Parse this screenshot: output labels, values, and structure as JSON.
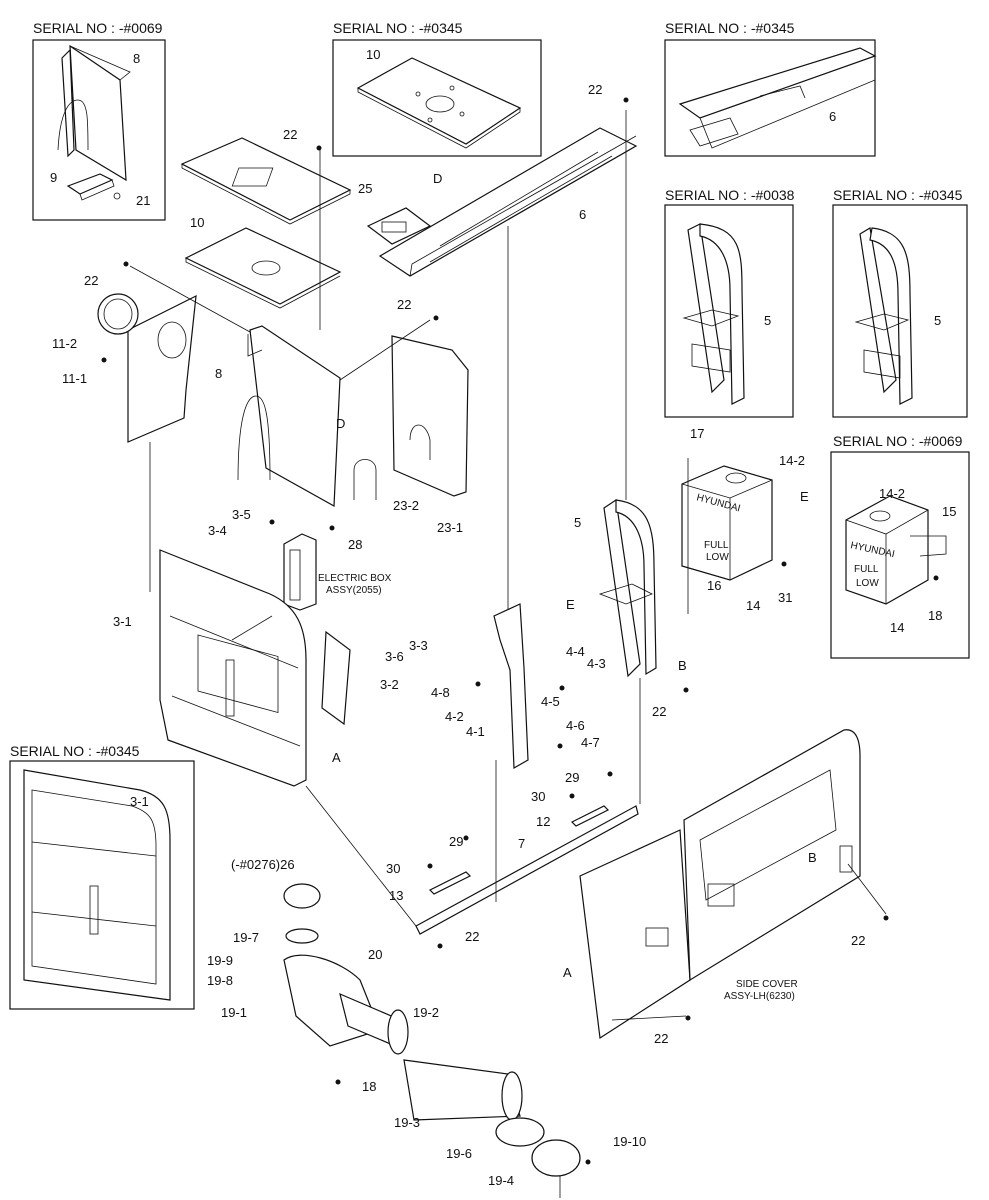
{
  "serial_boxes": [
    {
      "id": "box-a",
      "header": "SERIAL NO : -#0069"
    },
    {
      "id": "box-b",
      "header": "SERIAL NO : -#0345"
    },
    {
      "id": "box-c",
      "header": "SERIAL NO : -#0345"
    },
    {
      "id": "box-d",
      "header": "SERIAL NO : -#0038"
    },
    {
      "id": "box-e",
      "header": "SERIAL NO : -#0345"
    },
    {
      "id": "box-f",
      "header": "SERIAL NO : -#0069"
    },
    {
      "id": "box-g",
      "header": "SERIAL NO : -#0345"
    }
  ],
  "callouts": {
    "c1": "8",
    "c2": "9",
    "c3": "21",
    "c4": "10",
    "c5": "22",
    "c6": "6",
    "c7": "22",
    "c8": "25",
    "c9": "D",
    "c10": "6",
    "c11": "10",
    "c12": "5",
    "c13": "5",
    "c14": "22",
    "c15": "11-2",
    "c16": "22",
    "c17": "11-1",
    "c18": "8",
    "c19": "D",
    "c20": "22",
    "c21": "23-2",
    "c22": "23-1",
    "c23": "17",
    "c24": "14-2",
    "c25": "E",
    "c26": "14",
    "c27": "16",
    "c28": "31",
    "c29": "14-2",
    "c30": "15",
    "c31": "14",
    "c32": "18",
    "c33": "3-5",
    "c34": "3-4",
    "c35": "28",
    "c36": "3-1",
    "c37": "3-3",
    "c38": "3-6",
    "c39": "3-2",
    "c40": "A",
    "c41": "5",
    "c42": "E",
    "c43": "B",
    "c44": "22",
    "c45": "4-4",
    "c46": "4-3",
    "c47": "4-8",
    "c48": "4-5",
    "c49": "4-2",
    "c50": "4-1",
    "c51": "4-6",
    "c52": "4-7",
    "c53": "29",
    "c54": "30",
    "c55": "12",
    "c56": "3-1",
    "c57": "7",
    "c58": "29",
    "c59": "30",
    "c60": "13",
    "c61": "22",
    "c62": "(-#0276)26",
    "c63": "19-7",
    "c64": "19-9",
    "c65": "19-8",
    "c66": "20",
    "c67": "19-1",
    "c68": "19-2",
    "c69": "18",
    "c70": "19-3",
    "c71": "19-6",
    "c72": "19-4",
    "c73": "19-10",
    "c74": "A",
    "c75": "B",
    "c76": "22",
    "c77": "22"
  },
  "assembly_labels": {
    "electric_box_line1": "ELECTRIC BOX",
    "electric_box_line2": "ASSY(2055)",
    "side_cover_line1": "SIDE COVER",
    "side_cover_line2": "ASSY-LH(6230)"
  },
  "tank_markings": {
    "brand": "HYUNDAI",
    "full": "FULL",
    "low": "LOW"
  }
}
